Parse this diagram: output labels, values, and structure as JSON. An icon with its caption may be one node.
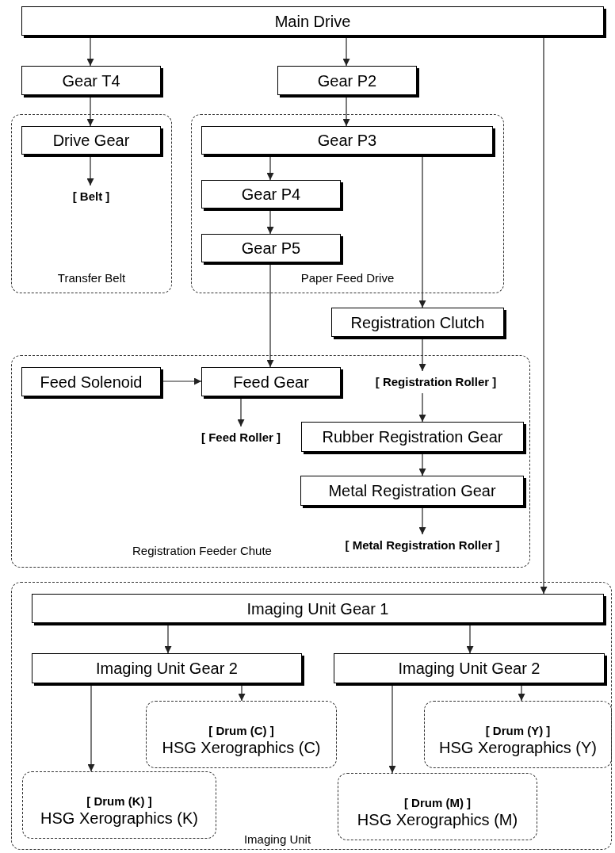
{
  "diagram": {
    "nodes": [
      {
        "text": [
          "Main Drive"
        ]
      },
      {
        "text": [
          "Gear T4"
        ]
      },
      {
        "text": [
          "Gear P2"
        ]
      },
      {
        "text": [
          "Transfer Belt"
        ]
      },
      {
        "text": [
          "Drive Gear"
        ],
        "in": 3
      },
      {
        "text": [
          "[ Belt ]"
        ],
        "in": 3
      },
      {
        "text": [
          "Paper Feed Drive"
        ]
      },
      {
        "text": [
          "Gear P3"
        ],
        "in": 6
      },
      {
        "text": [
          "Gear P4"
        ],
        "in": 6
      },
      {
        "text": [
          "Gear P5"
        ],
        "in": 6
      },
      {
        "text": [
          "Registration Clutch"
        ]
      },
      {
        "text": [
          "Registration Feeder Chute"
        ]
      },
      {
        "text": [
          "Feed Solenoid"
        ],
        "in": 11
      },
      {
        "text": [
          "Feed Gear"
        ],
        "in": 11
      },
      {
        "text": [
          "[ Registration Roller ]"
        ],
        "in": 11
      },
      {
        "text": [
          "[ Feed Roller ]"
        ],
        "in": 11
      },
      {
        "text": [
          "Rubber Registration Gear"
        ],
        "in": 11
      },
      {
        "text": [
          "Metal Registration Gear"
        ],
        "in": 11
      },
      {
        "text": [
          "[ Metal Registration Roller ]"
        ],
        "in": 11
      },
      {
        "text": [
          "Imaging Unit"
        ]
      },
      {
        "text": [
          "Imaging Unit Gear 1"
        ],
        "in": 19
      },
      {
        "text": [
          "Imaging Unit Gear 2"
        ],
        "in": 19
      },
      {
        "text": [
          "Imaging Unit Gear 2"
        ],
        "in": 19
      },
      {
        "text": [
          "[ Drum (C) ]",
          "HSG Xerographics (C)"
        ],
        "in": 19
      },
      {
        "text": [
          "[ Drum (Y) ]",
          "HSG Xerographics (Y)"
        ],
        "in": 19
      },
      {
        "text": [
          "[ Drum (K) ]",
          "HSG Xerographics (K)"
        ],
        "in": 19
      },
      {
        "text": [
          "[ Drum (M) ]",
          "HSG Xerographics (M)"
        ],
        "in": 19
      }
    ],
    "edges": [
      {
        "from": 0,
        "to": 1,
        "arrow": "to"
      },
      {
        "from": 0,
        "to": 2,
        "arrow": "to"
      },
      {
        "from": 0,
        "to": 20,
        "arrow": "to"
      },
      {
        "from": 1,
        "to": 4,
        "arrow": "to"
      },
      {
        "from": 2,
        "to": 7,
        "arrow": "to"
      },
      {
        "from": 4,
        "to": 5,
        "arrow": "to"
      },
      {
        "from": 7,
        "to": 8,
        "arrow": "to"
      },
      {
        "from": 7,
        "to": 10,
        "arrow": "to"
      },
      {
        "from": 8,
        "to": 9,
        "arrow": "to"
      },
      {
        "from": 9,
        "to": 13,
        "arrow": "to"
      },
      {
        "from": 10,
        "to": 14,
        "arrow": "to"
      },
      {
        "from": 12,
        "to": 13,
        "arrow": "to"
      },
      {
        "from": 13,
        "to": 15,
        "arrow": "to"
      },
      {
        "from": 14,
        "to": 16,
        "arrow": "to"
      },
      {
        "from": 16,
        "to": 17,
        "arrow": "to"
      },
      {
        "from": 17,
        "to": 18,
        "arrow": "to"
      },
      {
        "from": 20,
        "to": 21,
        "arrow": "to"
      },
      {
        "from": 20,
        "to": 22,
        "arrow": "to"
      },
      {
        "from": 21,
        "to": 25,
        "arrow": "to"
      },
      {
        "from": 21,
        "to": 23,
        "arrow": "to"
      },
      {
        "from": 22,
        "to": 26,
        "arrow": "to"
      },
      {
        "from": 22,
        "to": 24,
        "arrow": "to"
      }
    ]
  }
}
